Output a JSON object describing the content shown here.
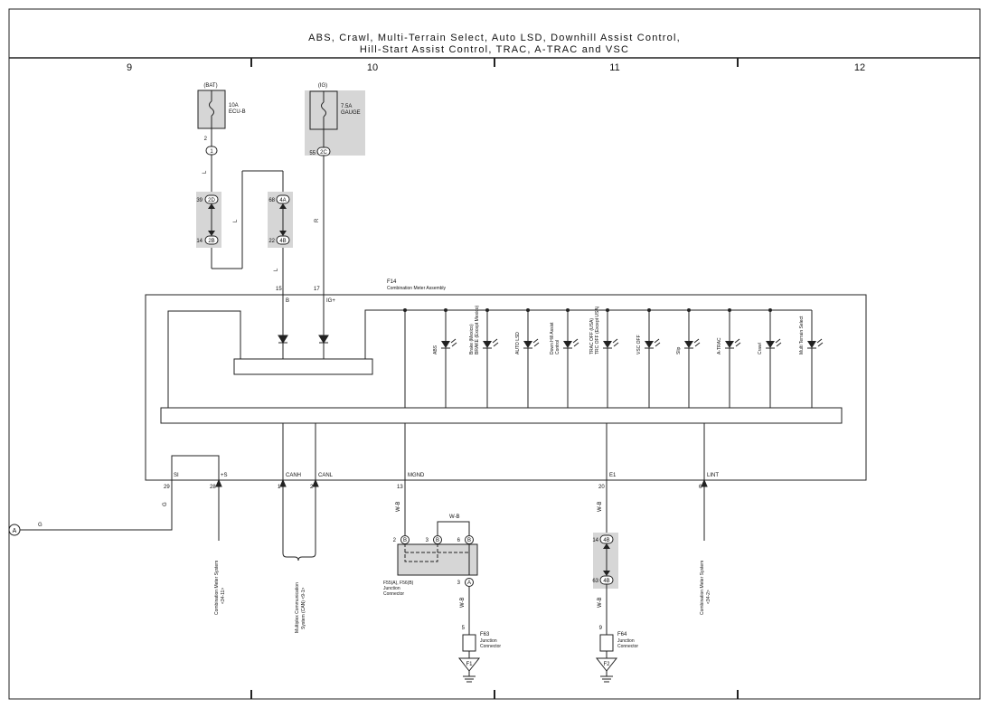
{
  "header": {
    "title_line1": "ABS, Crawl, Multi-Terrain Select, Auto LSD, Downhill Assist Control,",
    "title_line2": "Hill-Start Assist Control, TRAC, A-TRAC and VSC"
  },
  "columns": [
    "9",
    "10",
    "11",
    "12"
  ],
  "fuses": [
    {
      "source": "(BAT)",
      "rating": "10A",
      "name": "ECU-B",
      "pin": "2",
      "conn": "1"
    },
    {
      "source": "(IG)",
      "rating": "7.5A",
      "name": "GAUGE",
      "pin": "55",
      "conn": "2C"
    }
  ],
  "wire_colors": {
    "L": "L",
    "R": "R",
    "G": "G",
    "WB": "W-B"
  },
  "connectors": {
    "j1_top_pin": "39",
    "j1_top": "2D",
    "j1_bot_pin": "14",
    "j1_bot": "2B",
    "j2_top_pin": "68",
    "j2_top": "4A",
    "j2_bot_pin": "22",
    "j2_bot": "4B",
    "j3_top_pin": "14",
    "j3_top": "4B",
    "j3_bot_pin": "63",
    "j3_bot": "4B"
  },
  "meter": {
    "id": "F14",
    "name": "Combination Meter Assembly",
    "top_pins": [
      {
        "num": "15",
        "label": "B"
      },
      {
        "num": "17",
        "label": "IG+"
      }
    ],
    "bottom_pins": [
      {
        "num": "29",
        "label": "SI"
      },
      {
        "num": "28",
        "label": "+S"
      },
      {
        "num": "1",
        "label": "CANH"
      },
      {
        "num": "2",
        "label": "CANL"
      },
      {
        "num": "13",
        "label": "MGND"
      },
      {
        "num": "20",
        "label": "E1"
      },
      {
        "num": "6",
        "label": "LINT"
      }
    ],
    "indicators": [
      {
        "lines": [
          "ABS"
        ]
      },
      {
        "lines": [
          "Brake (Mexico)",
          "BRAKE (Except Mexico)"
        ]
      },
      {
        "lines": [
          "AUTO LSD"
        ]
      },
      {
        "lines": [
          "Down Hill Assist",
          "Control"
        ]
      },
      {
        "lines": [
          "TRAC OFF (USA)",
          "TRC OFF (Except USA)"
        ]
      },
      {
        "lines": [
          "VSC OFF"
        ]
      },
      {
        "lines": [
          "Slip"
        ]
      },
      {
        "lines": [
          "A-TRAC"
        ]
      },
      {
        "lines": [
          "Crawl"
        ]
      },
      {
        "lines": [
          "Multi Terrain Select"
        ]
      }
    ]
  },
  "refs": {
    "comb_meter_1": [
      "Combination Meter System",
      "<34-11>"
    ],
    "multiplex": [
      "Multiplex Communication",
      "System (CAN) <9-1>"
    ],
    "comb_meter_2": [
      "Combination Meter System",
      "<34-2>"
    ]
  },
  "junction": {
    "name_lines": [
      "F55(A), F56(B)",
      "Junction",
      "Connector"
    ],
    "pins": [
      {
        "num": "2",
        "c": "B"
      },
      {
        "num": "3",
        "c": "B"
      },
      {
        "num": "6",
        "c": "B"
      }
    ],
    "out_pin": {
      "num": "3",
      "c": "A"
    }
  },
  "jc_f63": {
    "id": "F63",
    "lines": [
      "Junction",
      "Connector"
    ],
    "pin": "5"
  },
  "jc_f64": {
    "id": "F64",
    "lines": [
      "Junction",
      "Connector"
    ],
    "pin": "9"
  },
  "grounds": [
    "F1",
    "F2"
  ],
  "offpage": "A"
}
